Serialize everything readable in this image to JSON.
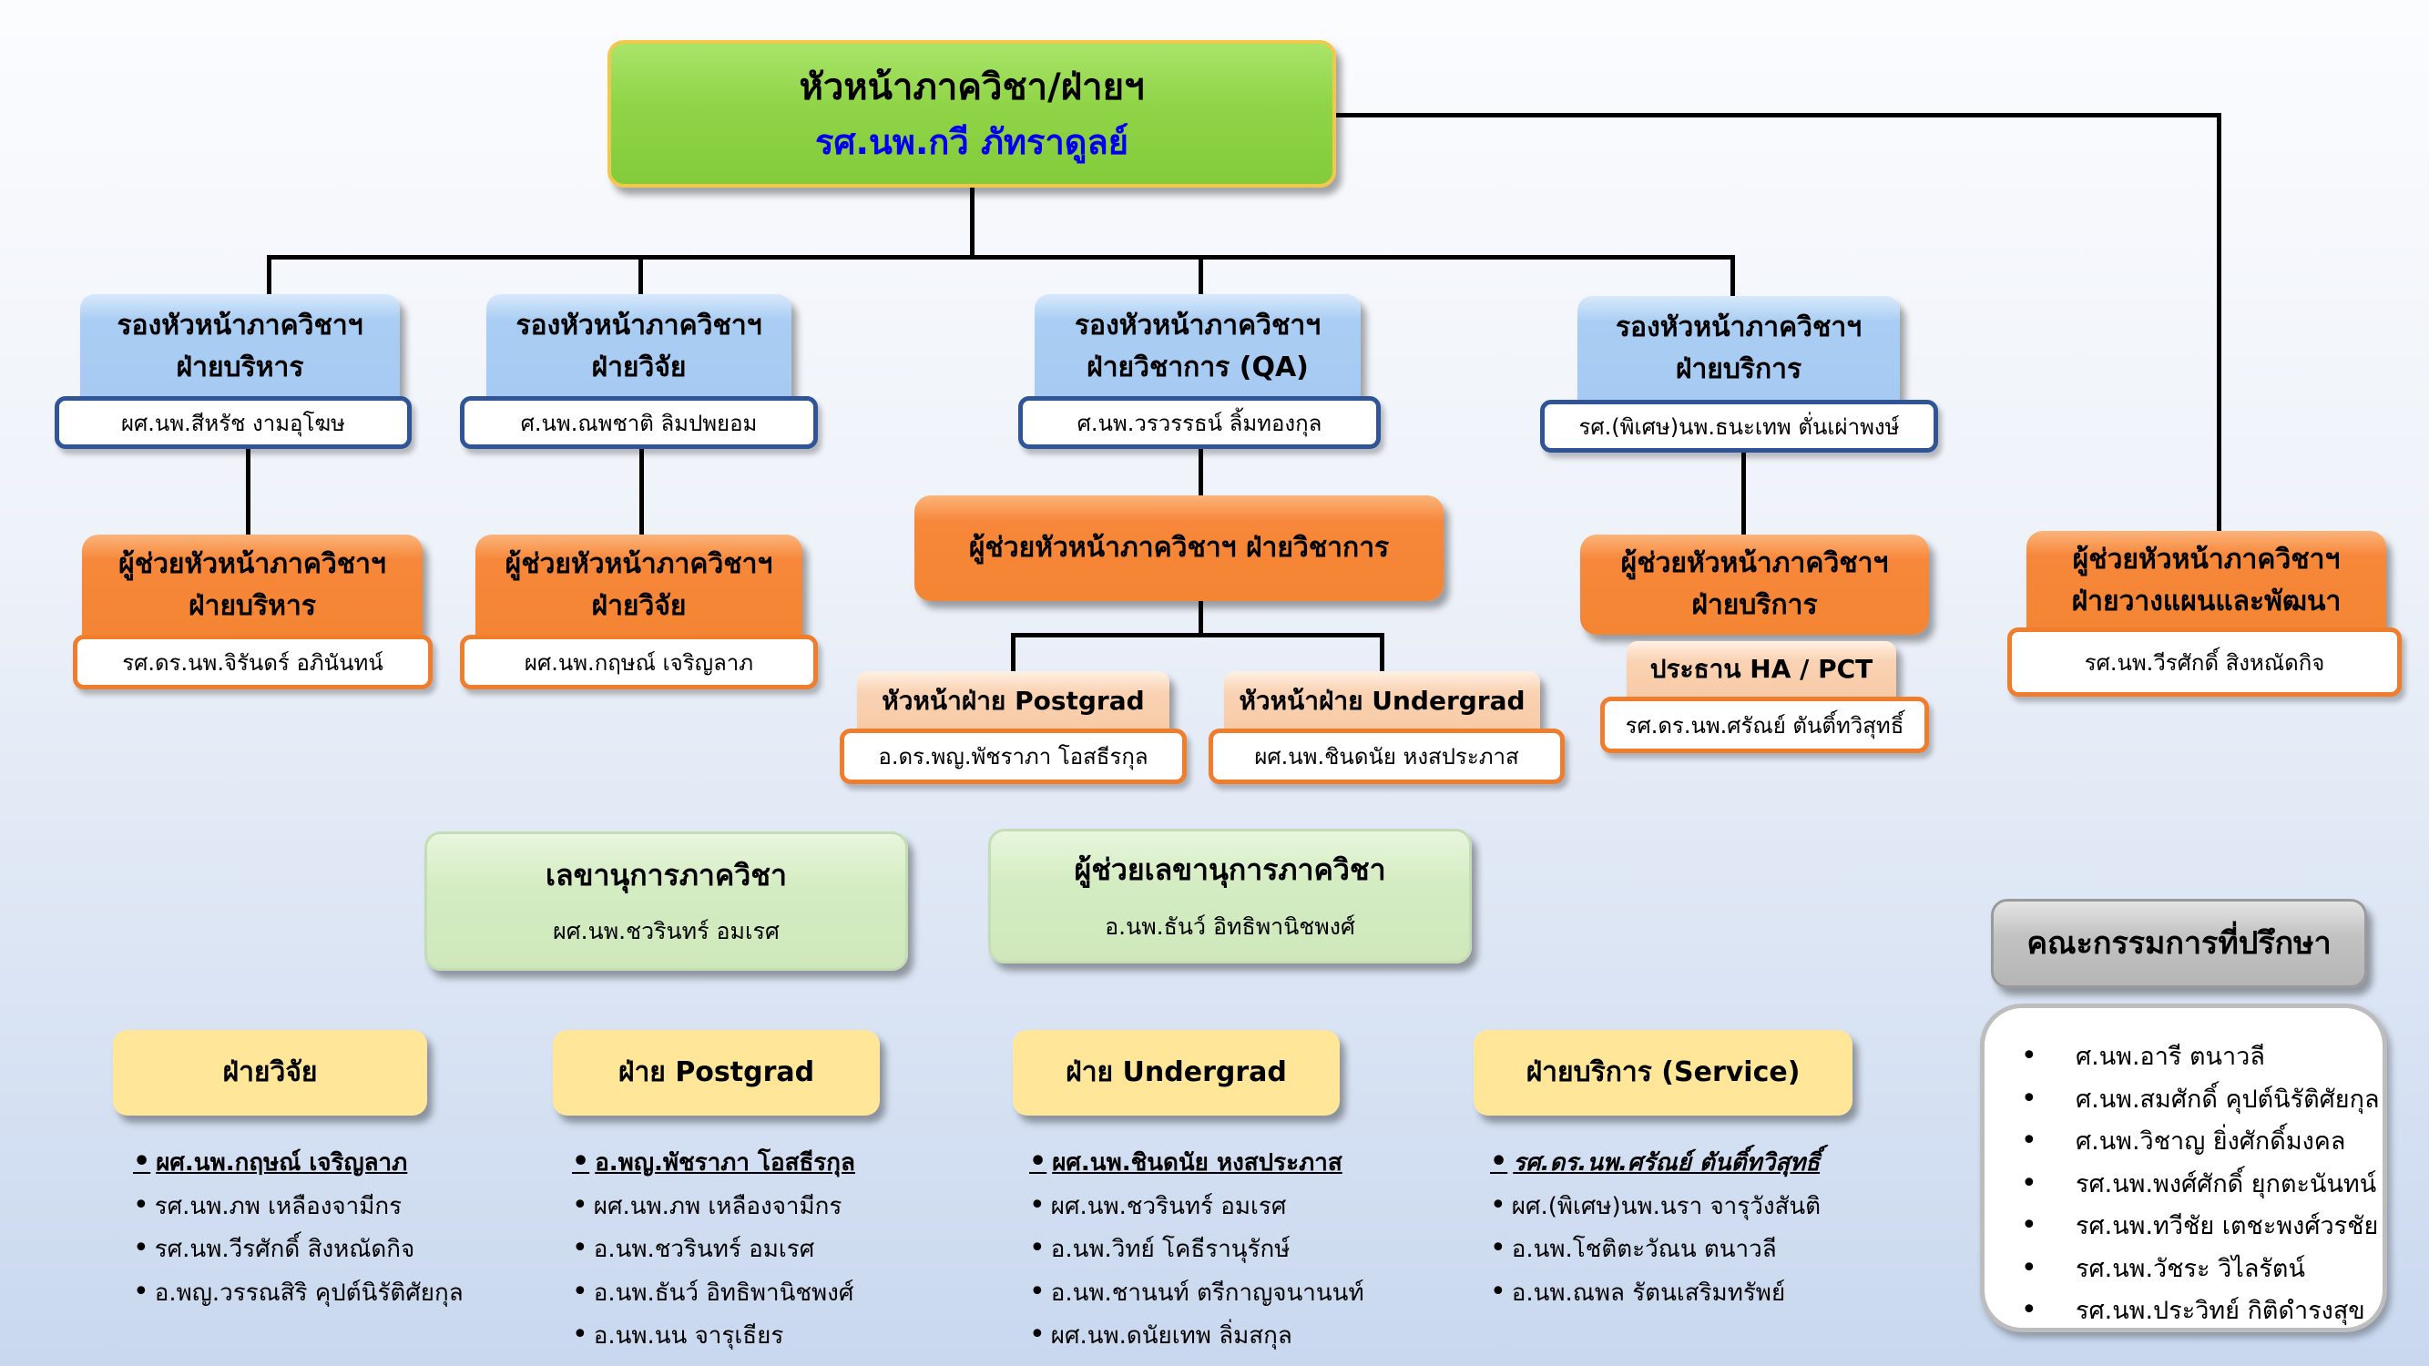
{
  "head": {
    "title": "หัวหน้าภาควิชา/ฝ่ายฯ",
    "name": "รศ.นพ.กวี ภัทราดูลย์"
  },
  "deputies": [
    {
      "title1": "รองหัวหน้าภาควิชาฯ",
      "title2": "ฝ่ายบริหาร",
      "name": "ผศ.นพ.สีหรัช งามอุโฆษ"
    },
    {
      "title1": "รองหัวหน้าภาควิชาฯ",
      "title2": "ฝ่ายวิจัย",
      "name": "ศ.นพ.ณพชาติ ลิมปพยอม"
    },
    {
      "title1": "รองหัวหน้าภาควิชาฯ",
      "title2": "ฝ่ายวิชาการ (QA)",
      "name": "ศ.นพ.วรวรรธน์ ลิ้มทองกุล"
    },
    {
      "title1": "รองหัวหน้าภาควิชาฯ",
      "title2": "ฝ่ายบริการ",
      "name": "รศ.(พิเศษ)นพ.ธนะเทพ ตั่นเผ่าพงษ์"
    }
  ],
  "assistants": [
    {
      "title1": "ผู้ช่วยหัวหน้าภาควิชาฯ",
      "title2": "ฝ่ายบริหาร",
      "name": "รศ.ดร.นพ.จิรันดร์ อภินันทน์"
    },
    {
      "title1": "ผู้ช่วยหัวหน้าภาควิชาฯ",
      "title2": "ฝ่ายวิจัย",
      "name": "ผศ.นพ.กฤษณ์ เจริญลาภ"
    },
    {
      "title": "ผู้ช่วยหัวหน้าภาควิชาฯ ฝ่ายวิชาการ"
    },
    {
      "title1": "ผู้ช่วยหัวหน้าภาควิชาฯ",
      "title2": "ฝ่ายบริการ"
    },
    {
      "title1": "ผู้ช่วยหัวหน้าภาควิชาฯ",
      "title2": "ฝ่ายวางแผนและพัฒนา",
      "name": "รศ.นพ.วีรศักดิ์ สิงหณัดกิจ"
    }
  ],
  "sub_heads": [
    {
      "title": "หัวหน้าฝ่าย Postgrad",
      "name": "อ.ดร.พญ.พัชราภา โอสธีรกุล"
    },
    {
      "title": "หัวหน้าฝ่าย Undergrad",
      "name": "ผศ.นพ.ชินดนัย หงสประภาส"
    },
    {
      "title": "ประธาน HA / PCT",
      "name": "รศ.ดร.นพ.ศรัณย์ ตันติ์ทวิสุทธิ์"
    }
  ],
  "secretaries": [
    {
      "title": "เลขานุการภาควิชา",
      "name": "ผศ.นพ.ชวรินทร์ อมเรศ"
    },
    {
      "title": "ผู้ช่วยเลขานุการภาควิชา",
      "name": "อ.นพ.ธันว์ อิทธิพานิชพงศ์"
    }
  ],
  "units": [
    {
      "title": "ฝ่ายวิจัย",
      "members": [
        "ผศ.นพ.กฤษณ์ เจริญลาภ",
        "รศ.นพ.ภพ เหลืองจามีกร",
        "รศ.นพ.วีรศักดิ์ สิงหณัดกิจ",
        "อ.พญ.วรรณสิริ คุปต์นิรัติศัยกุล"
      ]
    },
    {
      "title": "ฝ่าย Postgrad",
      "members": [
        "อ.พญ.พัชราภา โอสธีรกุล",
        "ผศ.นพ.ภพ เหลืองจามีกร",
        "อ.นพ.ชวรินทร์ อมเรศ",
        "อ.นพ.ธันว์ อิทธิพานิชพงศ์",
        "อ.นพ.นน จารุเธียร"
      ]
    },
    {
      "title": "ฝ่าย Undergrad",
      "members": [
        "ผศ.นพ.ชินดนัย หงสประภาส",
        "ผศ.นพ.ชวรินทร์ อมเรศ",
        "อ.นพ.วิทย์ โคธีรานุรักษ์",
        "อ.นพ.ชานนท์ ตรีกาญจนานนท์",
        "ผศ.นพ.ดนัยเทพ ลิ่มสกุล"
      ]
    },
    {
      "title": "ฝ่ายบริการ (Service)",
      "members": [
        "รศ.ดร.นพ.ศรัณย์ ตันติ์ทวิสุทธิ์",
        "ผศ.(พิเศษ)นพ.นรา จารุวังสันติ",
        "อ.นพ.โชติตะวัณน ตนาวลี",
        "อ.นพ.ณพล รัตนเสริมทรัพย์"
      ]
    }
  ],
  "advisors": {
    "title": "คณะกรรมการที่ปรึกษา",
    "members": [
      "ศ.นพ.อารี ตนาวลี",
      "ศ.นพ.สมศักดิ์ คุปต์นิรัติศัยกุล",
      "ศ.นพ.วิชาญ ยิ่งศักดิ์มงคล",
      "รศ.นพ.พงศ์ศักดิ์ ยุกตะนันทน์",
      "รศ.นพ.ทวีชัย เตชะพงศ์วรชัย",
      "รศ.นพ.วัชระ วิไลรัตน์",
      "รศ.นพ.ประวิทย์ กิติดำรงสุข"
    ]
  },
  "colors": {
    "head": "#8fd446",
    "deputy": "#a9cdf3",
    "assistant": "#f7873a",
    "sub": "#f7caa6",
    "secretary": "#d4ecc2",
    "unit": "#ffe699",
    "advisor": "#c3c3c3",
    "deputy_border": "#2f5597",
    "assistant_border": "#f07d2c"
  }
}
